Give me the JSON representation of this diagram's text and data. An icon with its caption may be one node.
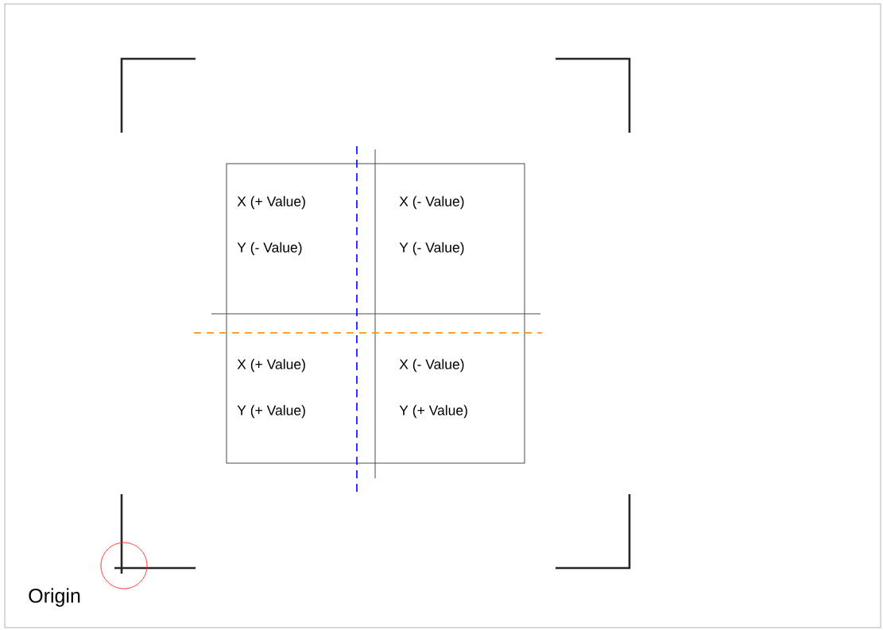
{
  "diagram": {
    "labels": [
      "X (+ Value)",
      "X (- Value)",
      "Y (- Value)",
      "Y (- Value)",
      "X (+ Value)",
      "X (- Value)",
      "Y (+ Value)",
      "Y (+ Value)",
      "Origin"
    ]
  }
}
